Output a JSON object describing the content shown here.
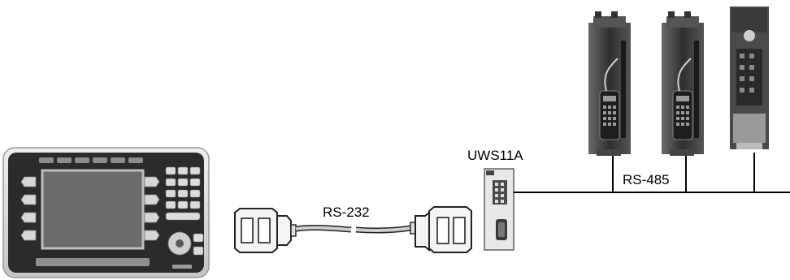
{
  "labels": {
    "rs232": "RS-232",
    "uws11a": "UWS11A",
    "rs485": "RS-485"
  },
  "colors": {
    "panel_bezel": "#d9d9d9",
    "screen": "#5a5a5a",
    "drive_body": "#3c3c3c",
    "cable": "#bdbdbd",
    "line": "#000000"
  }
}
